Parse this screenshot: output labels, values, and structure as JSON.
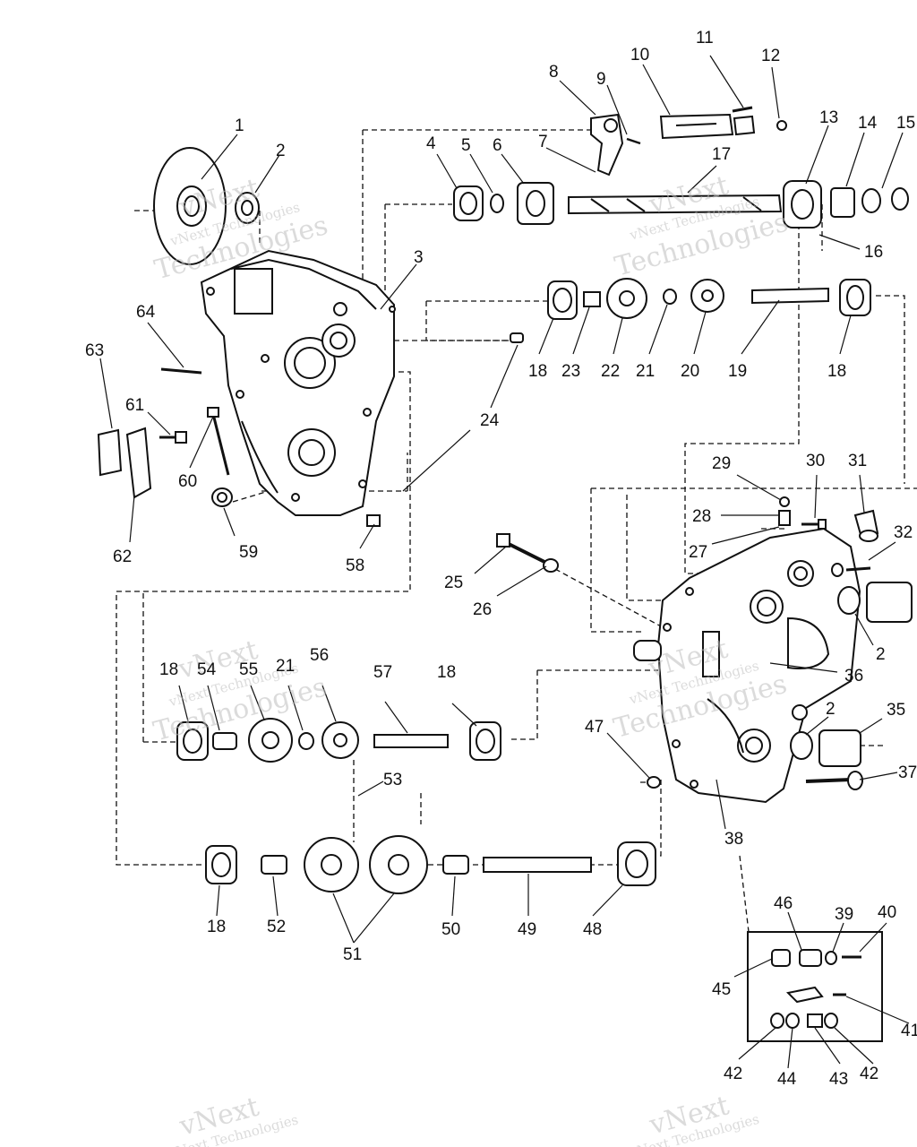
{
  "diagram": {
    "line_color": "#111111",
    "watermark_color": "#bfbfbf",
    "callouts": [
      "1",
      "2",
      "3",
      "4",
      "5",
      "6",
      "7",
      "8",
      "9",
      "10",
      "11",
      "12",
      "13",
      "14",
      "15",
      "16",
      "17",
      "18",
      "19",
      "20",
      "21",
      "22",
      "23",
      "24",
      "25",
      "26",
      "27",
      "28",
      "29",
      "30",
      "31",
      "32",
      "35",
      "36",
      "37",
      "38",
      "39",
      "40",
      "41",
      "42",
      "43",
      "44",
      "45",
      "46",
      "47",
      "48",
      "49",
      "50",
      "51",
      "52",
      "53",
      "54",
      "55",
      "56",
      "57",
      "58",
      "59",
      "60",
      "61",
      "62",
      "63",
      "64"
    ],
    "watermark": {
      "line1": "vNext",
      "line2": "Technologies",
      "full": "vNext Technologies"
    }
  }
}
